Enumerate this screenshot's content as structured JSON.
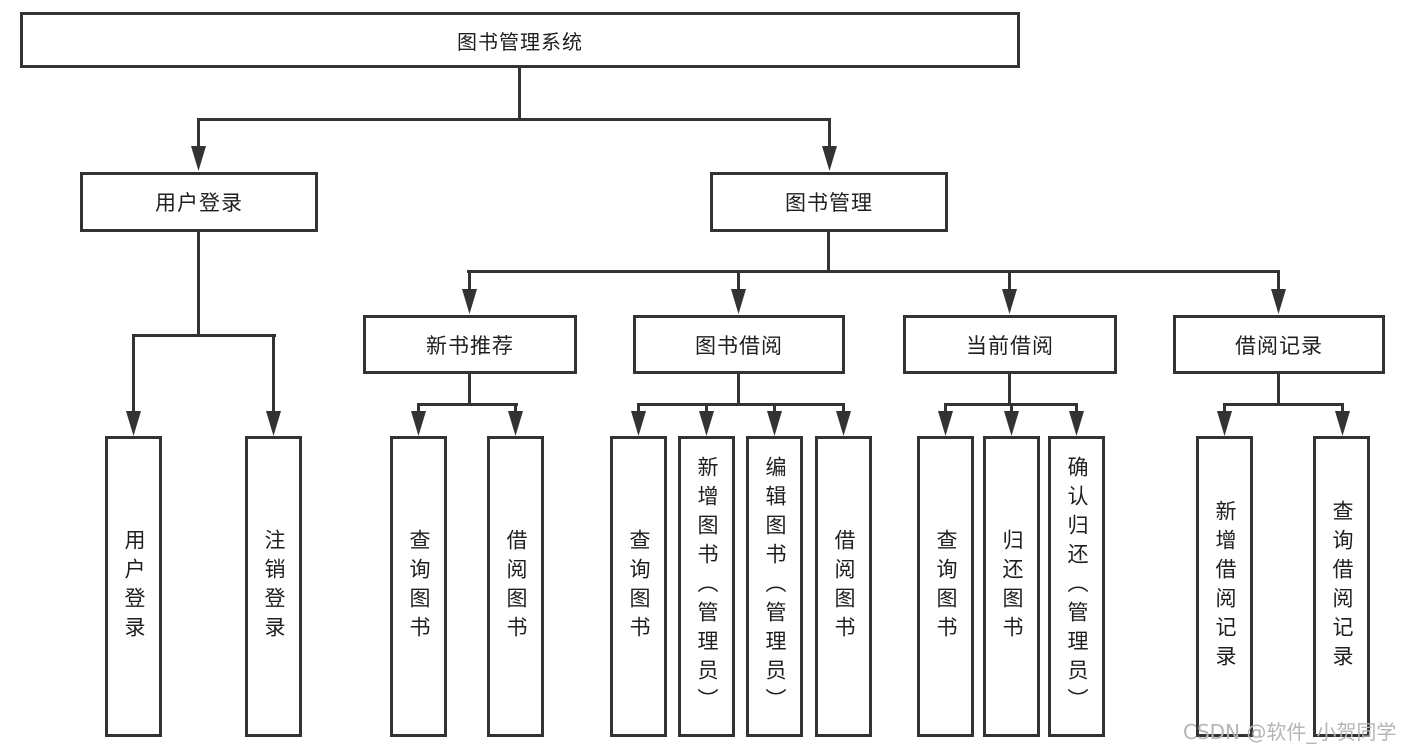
{
  "diagram": {
    "root": {
      "label": "图书管理系统"
    },
    "branches": [
      {
        "label": "用户登录",
        "children": [
          {
            "label": "用户登录"
          },
          {
            "label": "注销登录"
          }
        ]
      },
      {
        "label": "图书管理",
        "children": [
          {
            "label": "新书推荐",
            "children": [
              {
                "label": "查询图书"
              },
              {
                "label": "借阅图书"
              }
            ]
          },
          {
            "label": "图书借阅",
            "children": [
              {
                "label": "查询图书"
              },
              {
                "label": "新增图书（管理员）"
              },
              {
                "label": "编辑图书（管理员）"
              },
              {
                "label": "借阅图书"
              }
            ]
          },
          {
            "label": "当前借阅",
            "children": [
              {
                "label": "查询图书"
              },
              {
                "label": "归还图书"
              },
              {
                "label": "确认归还（管理员）"
              }
            ]
          },
          {
            "label": "借阅记录",
            "children": [
              {
                "label": "新增借阅记录"
              },
              {
                "label": "查询借阅记录"
              }
            ]
          }
        ]
      }
    ],
    "watermark": "CSDN @软件_小贺同学",
    "colors": {
      "line": "#333333",
      "box_border": "#333333",
      "text": "#1f1f1f",
      "watermark": "#b8b4b4",
      "background": "#ffffff"
    }
  }
}
